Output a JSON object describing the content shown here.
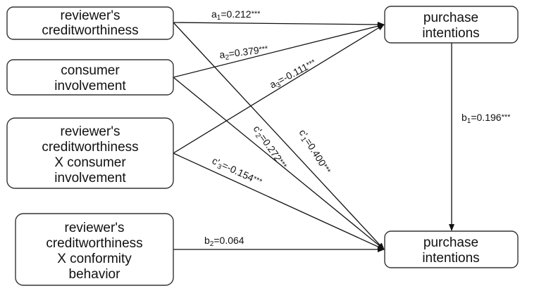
{
  "nodes": {
    "reviewer_credit": [
      "reviewer's",
      "creditworthiness"
    ],
    "consumer_involvement": [
      "consumer",
      "involvement"
    ],
    "interaction_involvement": [
      "reviewer's",
      "creditworthiness",
      "X consumer",
      "involvement"
    ],
    "interaction_conformity": [
      "reviewer's",
      "creditworthiness",
      "X conformity",
      "behavior"
    ],
    "purchase_top": [
      "purchase",
      "intentions"
    ],
    "purchase_bottom": [
      "purchase",
      "intentions"
    ]
  },
  "edges": {
    "a1": {
      "base": "a",
      "sub": "1",
      "prime": false,
      "value": "=0.212",
      "stars": "***"
    },
    "a2": {
      "base": "a",
      "sub": "2",
      "prime": false,
      "value": "=0.379",
      "stars": "***"
    },
    "a3": {
      "base": "a",
      "sub": "3",
      "prime": false,
      "value": "=-0.111",
      "stars": "***"
    },
    "b1": {
      "base": "b",
      "sub": "1",
      "prime": false,
      "value": "=0.196",
      "stars": "***"
    },
    "b2": {
      "base": "b",
      "sub": "2",
      "prime": false,
      "value": "=0.064",
      "stars": ""
    },
    "c1": {
      "base": "c'",
      "sub": "1",
      "prime": true,
      "value": "=0.400",
      "stars": "***"
    },
    "c2": {
      "base": "c'",
      "sub": "2",
      "prime": true,
      "value": "=0.272",
      "stars": "***"
    },
    "c3": {
      "base": "c'",
      "sub": "3",
      "prime": true,
      "value": "=-0.154",
      "stars": "***"
    }
  }
}
